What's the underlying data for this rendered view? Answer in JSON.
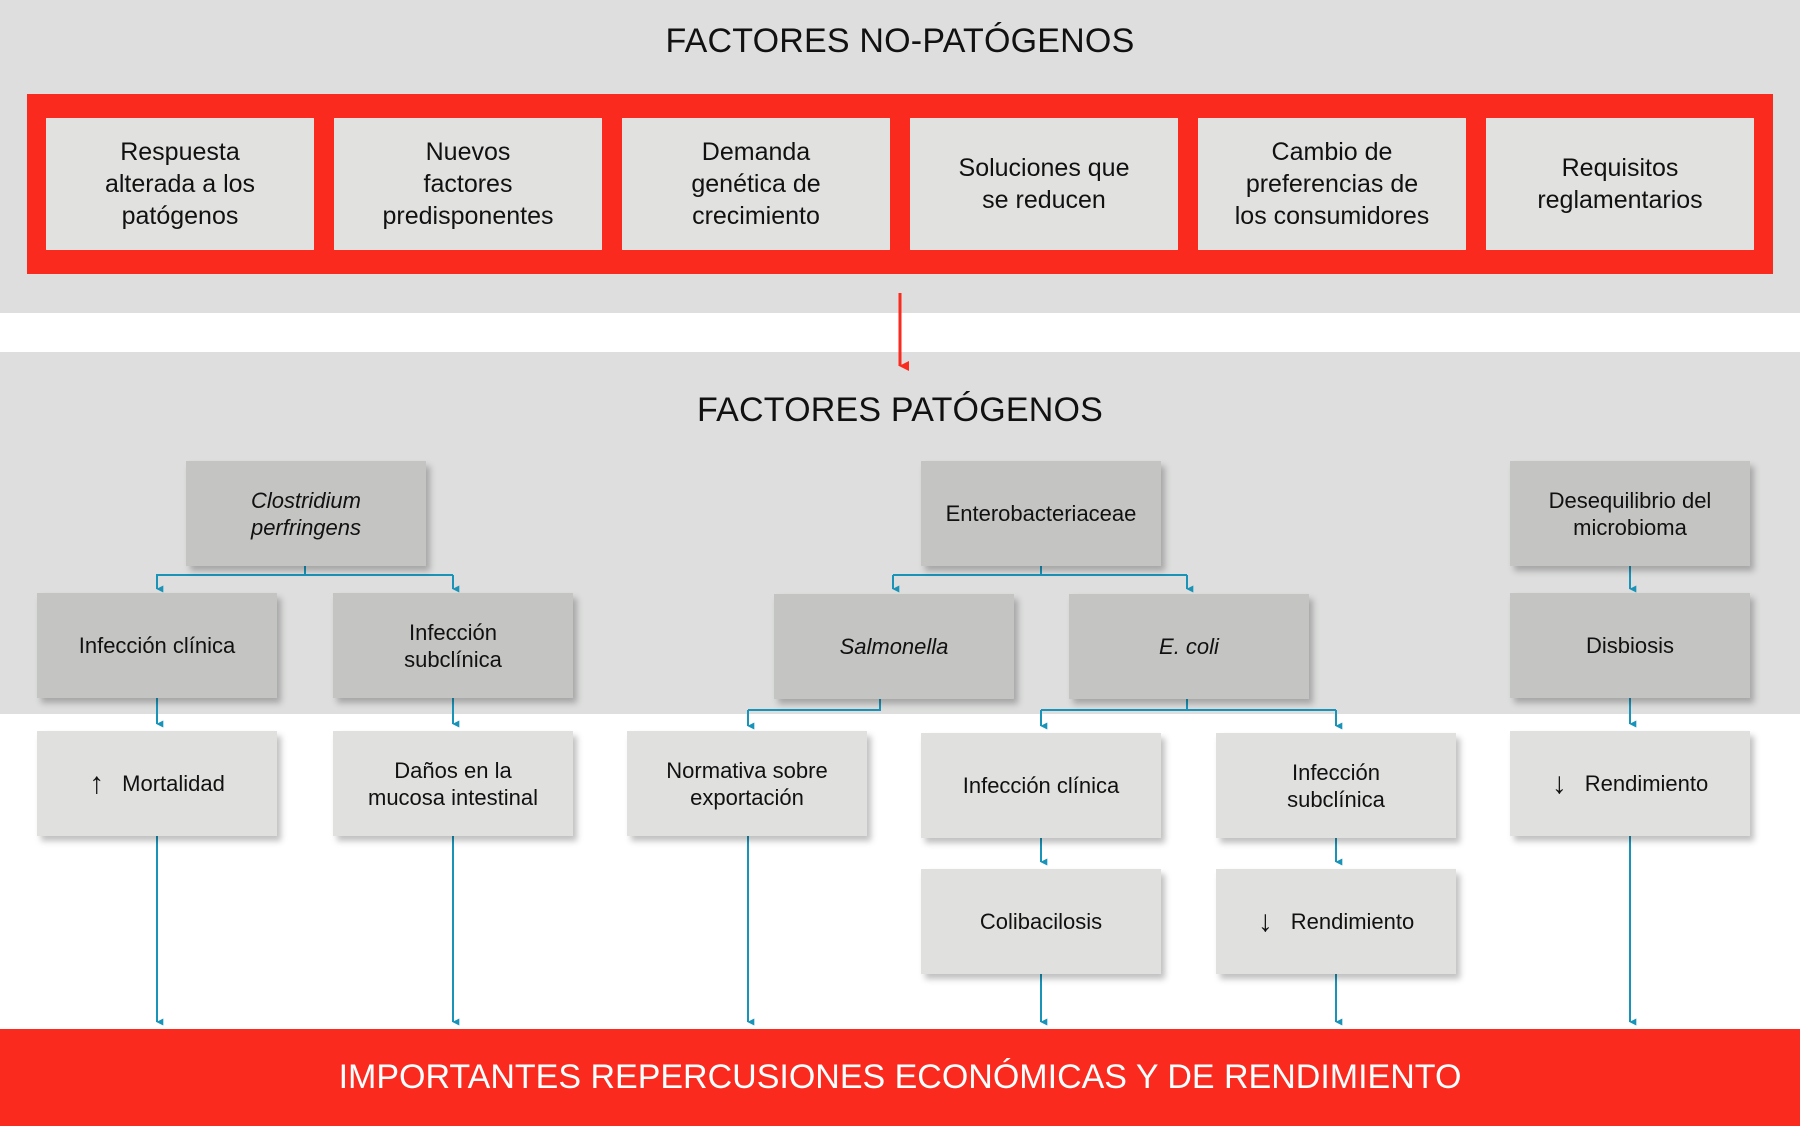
{
  "top_title": "FACTORES NO-PATÓGENOS",
  "non_pathogenic": [
    "Respuesta\nalterada a los\npatógenos",
    "Nuevos\nfactores\npredisponentes",
    "Demanda\ngenética de\ncrecimiento",
    "Soluciones que\nse reducen",
    "Cambio de\npreferencias de\nlos consumidores",
    "Requisitos\nreglamentarios"
  ],
  "mid_title": "FACTORES PATÓGENOS",
  "pathogens": {
    "clostridium": "Clostridium\nperfringens",
    "entero": "Enterobacteriaceae",
    "microbioma": "Desequilibrio del\nmicrobioma",
    "inf_clinica": "Infección clínica",
    "inf_subclinica": "Infección\nsubclínica",
    "salmonella": "Salmonella",
    "ecoli": "E. coli",
    "disbiosis": "Disbiosis"
  },
  "effects": {
    "mortalidad": "Mortalidad",
    "danos": "Daños en la\nmucosa intestinal",
    "normativa": "Normativa sobre\nexportación",
    "ecoli_clinica": "Infección clínica",
    "ecoli_subclinica": "Infección\nsubclínica",
    "rendimiento": "Rendimiento",
    "colibacilosis": "Colibacilosis",
    "ecoli_rendimiento": "Rendimiento"
  },
  "arrows": {
    "up": "↑",
    "down": "↓"
  },
  "bottom_banner": "IMPORTANTES REPERCUSIONES ECONÓMICAS Y DE RENDIMIENTO",
  "colors": {
    "accent_red": "#fb2a1f",
    "connector_blue": "#1a93b8",
    "panel_gray": "#dddedd"
  }
}
